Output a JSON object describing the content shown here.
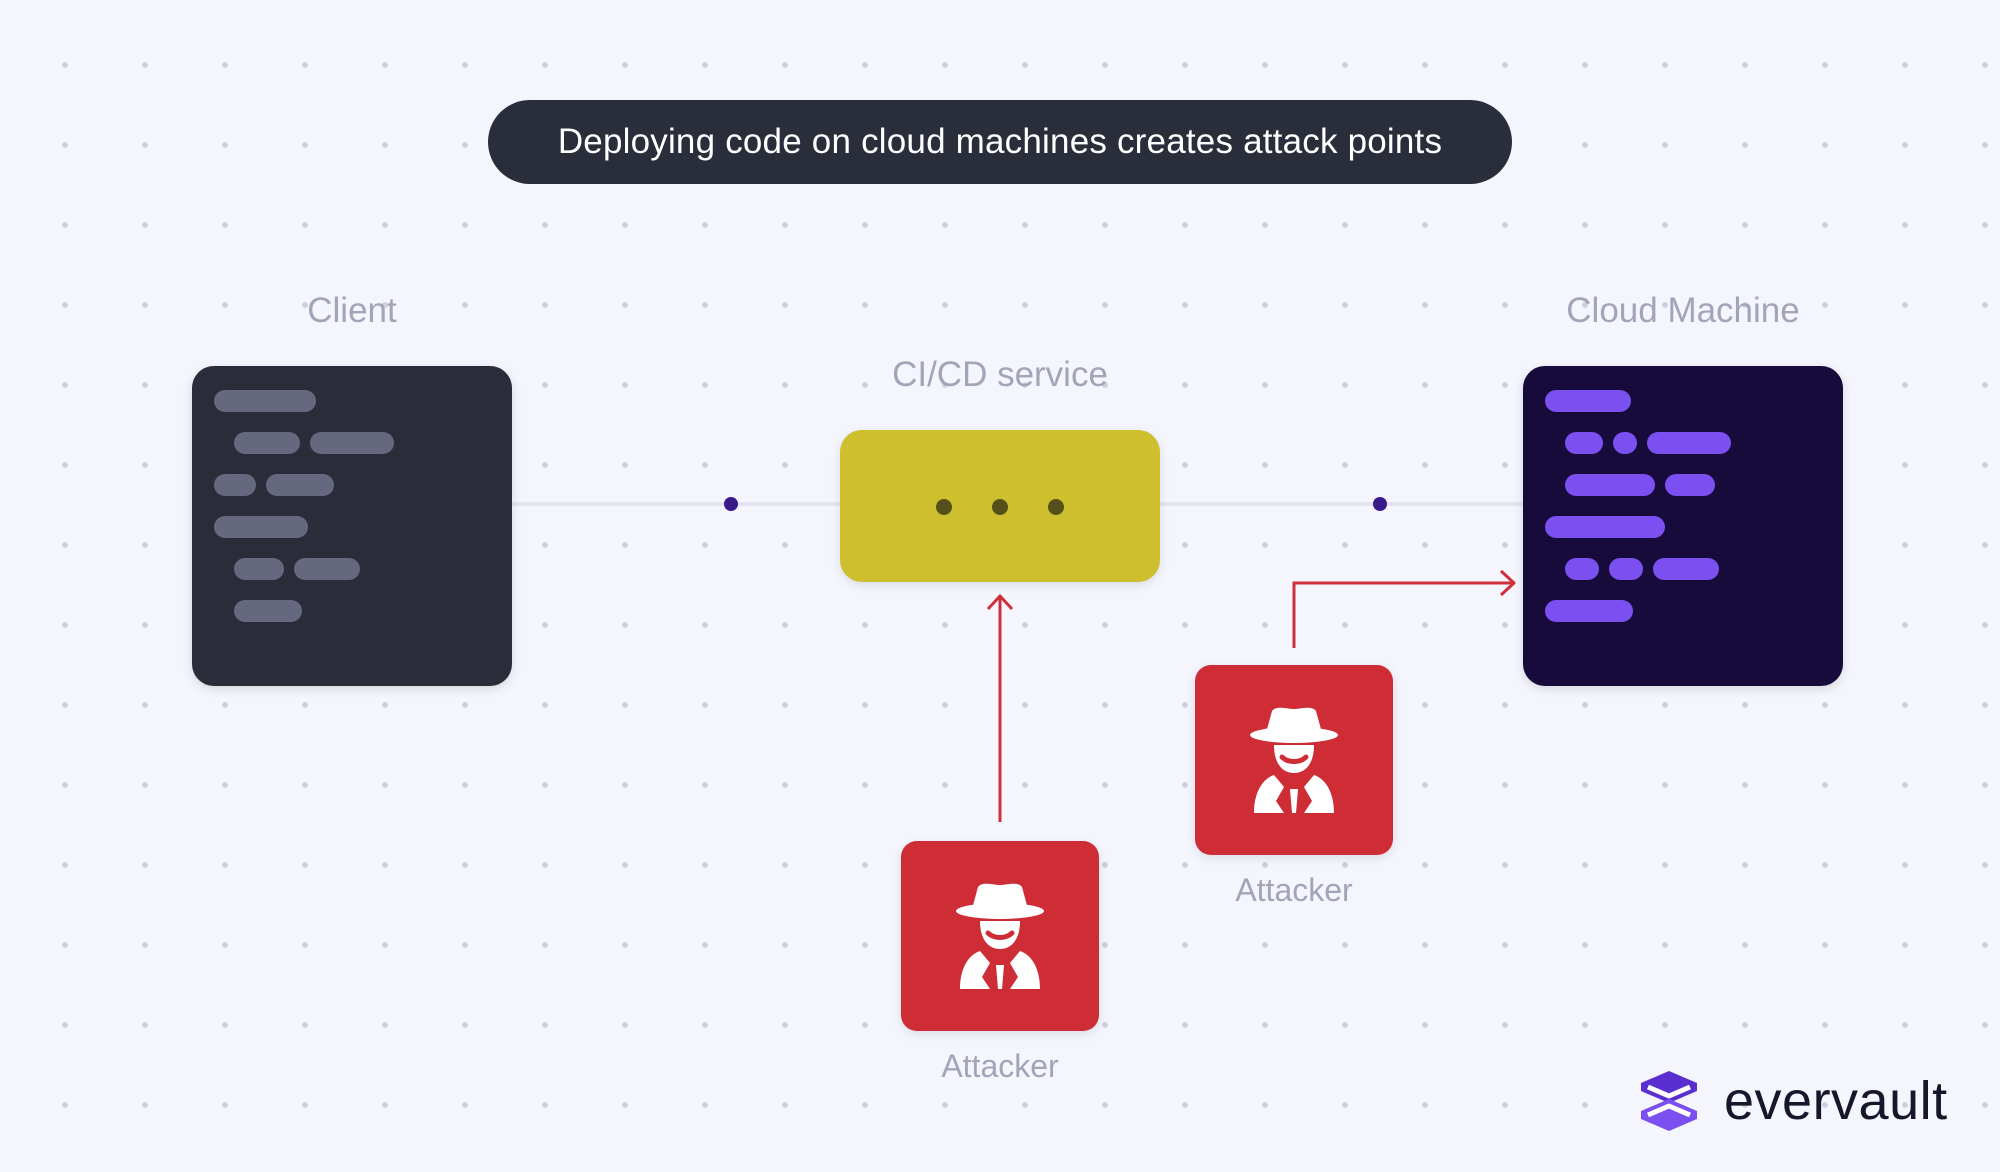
{
  "title": "Deploying code on cloud machines creates attack points",
  "nodes": {
    "client": {
      "label": "Client"
    },
    "cicd": {
      "label": "CI/CD service"
    },
    "cloud": {
      "label": "Cloud Machine"
    },
    "attacker_1": {
      "label": "Attacker",
      "icon": "spy-icon",
      "target": "CI/CD service"
    },
    "attacker_2": {
      "label": "Attacker",
      "icon": "spy-icon",
      "target": "Cloud Machine"
    }
  },
  "edges": [
    {
      "from": "Client",
      "to": "CI/CD service"
    },
    {
      "from": "CI/CD service",
      "to": "Cloud Machine"
    }
  ],
  "colors": {
    "background": "#f4f5fd",
    "title_pill": "#2a2d3a",
    "client_window": "#2a2c3a",
    "cloud_window": "#160b3a",
    "cloud_code": "#7b4ff0",
    "cicd_box": "#cebf2e",
    "attacker": "#cf2d36",
    "attack_arrow": "#d0303a",
    "connector": "#3a1a8a",
    "logo_accent": "#7b4ff0"
  },
  "brand": {
    "name": "evervault",
    "icon": "evervault-logo-icon"
  }
}
